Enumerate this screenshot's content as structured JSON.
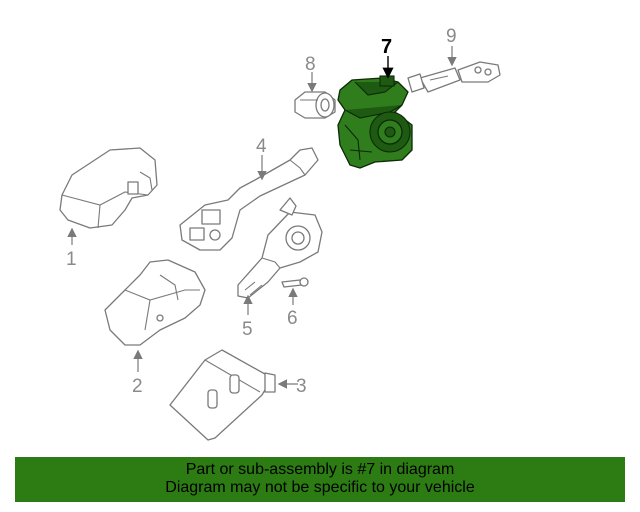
{
  "diagram": {
    "highlight_callout": "7",
    "callouts": [
      {
        "id": "1",
        "text": "1"
      },
      {
        "id": "2",
        "text": "2"
      },
      {
        "id": "3",
        "text": "3"
      },
      {
        "id": "4",
        "text": "4"
      },
      {
        "id": "5",
        "text": "5"
      },
      {
        "id": "6",
        "text": "6"
      },
      {
        "id": "7",
        "text": "7"
      },
      {
        "id": "8",
        "text": "8"
      },
      {
        "id": "9",
        "text": "9"
      }
    ]
  },
  "banner": {
    "line1": "Part or sub-assembly is #7 in diagram",
    "line2": "Diagram may not be specific to your vehicle",
    "background_color": "#2c7c13"
  },
  "colors": {
    "highlight_part": "#2f7d1c",
    "line_gray": "#7a7a7a"
  }
}
